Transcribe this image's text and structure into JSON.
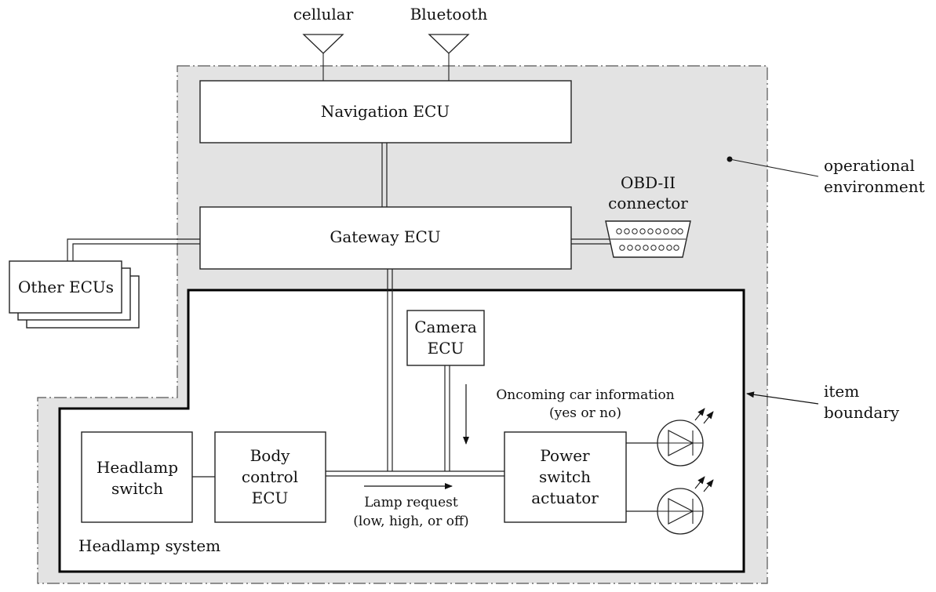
{
  "antennas": {
    "cellular": "cellular",
    "bluetooth": "Bluetooth"
  },
  "ecus": {
    "navigation": "Navigation ECU",
    "gateway": "Gateway ECU",
    "other": "Other ECUs",
    "camera_line1": "Camera",
    "camera_line2": "ECU",
    "body_line1": "Body",
    "body_line2": "control",
    "body_line3": "ECU"
  },
  "devices": {
    "obd_line1": "OBD-II",
    "obd_line2": "connector",
    "headlamp_switch_line1": "Headlamp",
    "headlamp_switch_line2": "switch",
    "power_line1": "Power",
    "power_line2": "switch",
    "power_line3": "actuator"
  },
  "signals": {
    "oncoming_line1": "Oncoming car information",
    "oncoming_line2": "(yes or no)",
    "lamp_request_line1": "Lamp request",
    "lamp_request_line2": "(low, high, or off)"
  },
  "labels": {
    "operational_line1": "operational",
    "operational_line2": "environment",
    "item_line1": "item",
    "item_line2": "boundary",
    "headlamp_system": "Headlamp system"
  },
  "colors": {
    "operational_fill": "#e3e3e3",
    "line": "#222222"
  }
}
